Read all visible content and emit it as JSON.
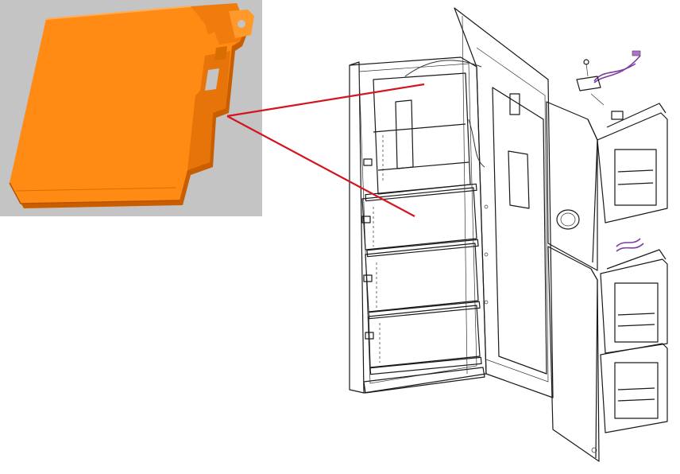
{
  "diagram": {
    "inset_background": "#c4c4c4",
    "part_fill": "#ff8a14",
    "part_edge": "#c85e00",
    "part_dark": "#d96e00",
    "callout_color": "#d4141e",
    "line_color": "#1a1a1a",
    "icons": [
      "orange-cover-plate-part",
      "door-assembly",
      "drawer-module",
      "cable-harness"
    ]
  }
}
